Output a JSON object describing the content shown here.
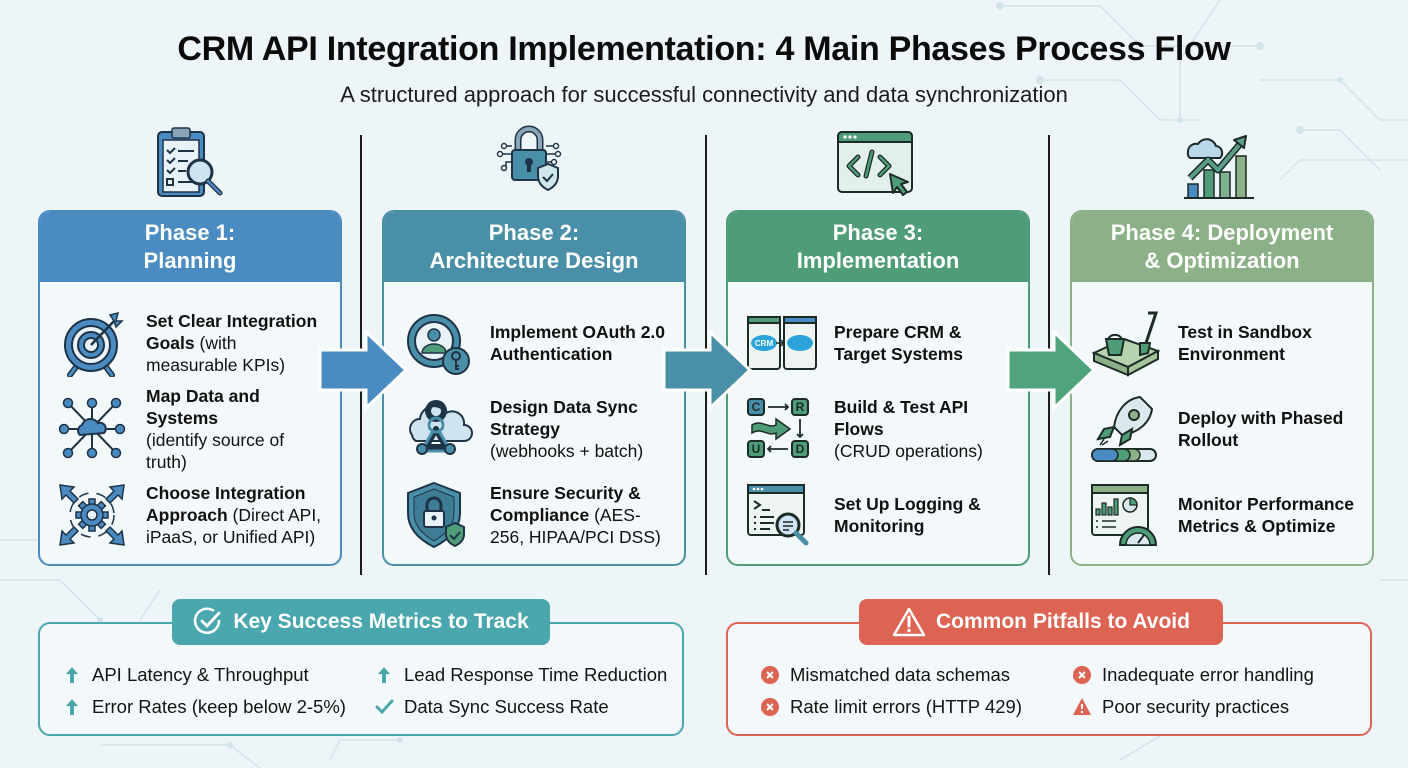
{
  "header": {
    "title": "CRM API Integration Implementation: 4 Main Phases Process Flow",
    "subtitle": "A structured approach for successful connectivity and data synchronization"
  },
  "colors": {
    "phase1": "#4a8bc2",
    "phase2": "#4a8fa8",
    "phase3": "#4f9d78",
    "phase4": "#8cb087",
    "metrics": "#4aa7ae",
    "pitfalls": "#dd6352"
  },
  "phases": [
    {
      "header_line1": "Phase 1:",
      "header_line2": "Planning",
      "icon": "clipboard-magnifier-icon",
      "steps": [
        {
          "icon": "target-icon",
          "bold": "Set Clear Integration Goals",
          "rest": " (with measurable KPIs)"
        },
        {
          "icon": "network-map-icon",
          "bold": "Map Data and Systems",
          "rest": " (identify source of truth)"
        },
        {
          "icon": "gear-arrows-icon",
          "bold": "Choose Integration Approach",
          "rest": " (Direct API, iPaaS, or Unified API)"
        }
      ]
    },
    {
      "header_line1": "Phase 2:",
      "header_line2": "Architecture Design",
      "icon": "lock-shield-icon",
      "steps": [
        {
          "icon": "user-key-icon",
          "bold": "Implement OAuth 2.0 Authentication",
          "rest": ""
        },
        {
          "icon": "cloud-webhook-icon",
          "bold": "Design Data Sync Strategy",
          "rest": " (webhooks + batch)"
        },
        {
          "icon": "shield-lock-icon",
          "bold": "Ensure Security & Compliance",
          "rest": " (AES-256, HIPAA/PCI DSS)"
        }
      ]
    },
    {
      "header_line1": "Phase 3:",
      "header_line2": "Implementation",
      "icon": "code-window-icon",
      "steps": [
        {
          "icon": "crm-systems-icon",
          "bold": "Prepare CRM & Target Systems",
          "rest": ""
        },
        {
          "icon": "crud-flow-icon",
          "bold": "Build & Test API Flows",
          "rest": " (CRUD operations)"
        },
        {
          "icon": "terminal-search-icon",
          "bold": "Set Up Logging & Monitoring",
          "rest": ""
        }
      ],
      "crm_label": "CRM",
      "crud_letters": [
        "C",
        "R",
        "U",
        "D"
      ]
    },
    {
      "header_line1": "Phase 4: Deployment",
      "header_line2": "& Optimization",
      "icon": "growth-chart-icon",
      "steps": [
        {
          "icon": "sandbox-icon",
          "bold": "Test in Sandbox Environment",
          "rest": ""
        },
        {
          "icon": "rocket-rollout-icon",
          "bold": "Deploy with Phased Rollout",
          "rest": ""
        },
        {
          "icon": "dashboard-gauge-icon",
          "bold": "Monitor Performance Metrics & Optimize",
          "rest": ""
        }
      ]
    }
  ],
  "metrics": {
    "title": "Key Success Metrics to Track",
    "items": [
      {
        "icon": "arrow-up-icon",
        "text": "API Latency & Throughput"
      },
      {
        "icon": "arrow-up-icon",
        "text": "Lead Response Time Reduction"
      },
      {
        "icon": "arrow-up-icon",
        "text": "Error Rates (keep below 2-5%)"
      },
      {
        "icon": "check-icon",
        "text": "Data Sync Success Rate"
      }
    ]
  },
  "pitfalls": {
    "title": "Common Pitfalls to Avoid",
    "items": [
      {
        "icon": "x-circle-icon",
        "text": "Mismatched data schemas"
      },
      {
        "icon": "x-circle-icon",
        "text": "Inadequate error handling"
      },
      {
        "icon": "x-circle-icon",
        "text": "Rate limit errors (HTTP 429)"
      },
      {
        "icon": "warning-icon",
        "text": "Poor security practices"
      }
    ]
  }
}
